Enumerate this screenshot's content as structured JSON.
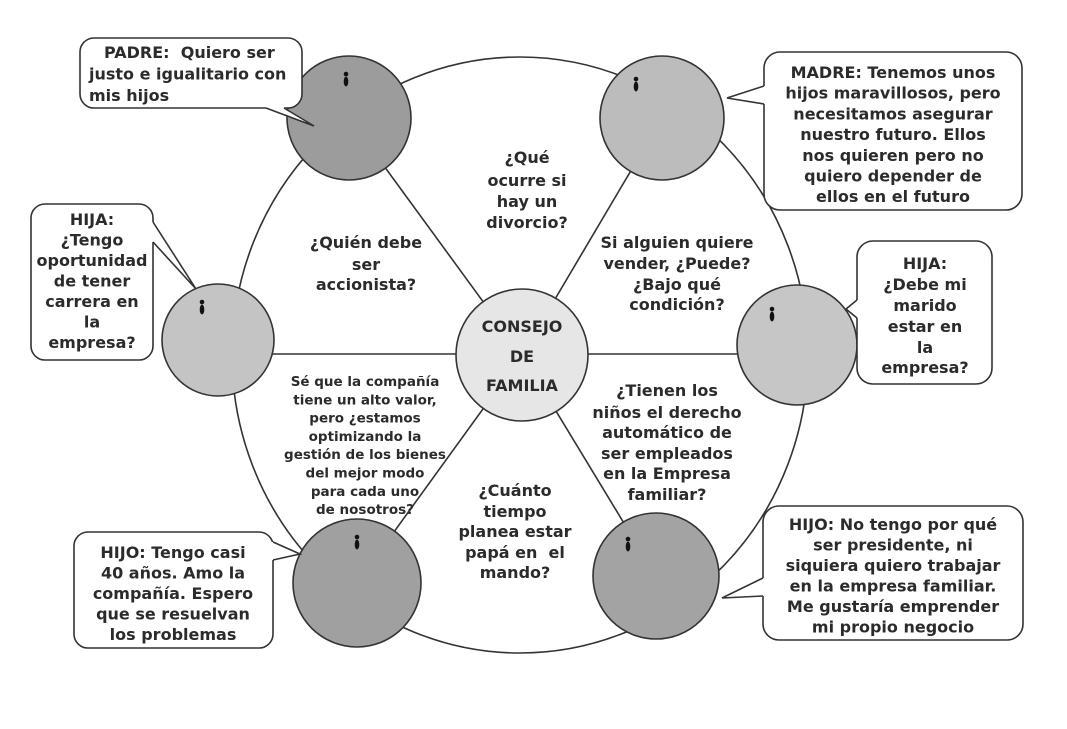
{
  "center": {
    "lines": [
      "CONSEJO",
      "DE",
      "FAMILIA"
    ]
  },
  "questions": {
    "divorcio": [
      "¿Qué",
      "ocurre si",
      "hay un",
      "divorcio?"
    ],
    "accionista": [
      "¿Quién debe",
      "ser",
      "accionista?"
    ],
    "vender": [
      "Si alguien quiere",
      "vender, ¿Puede?",
      "¿Bajo qué",
      "condición?"
    ],
    "gestion_bienes": [
      "Sé que la compañía",
      "tiene un alto valor,",
      "pero ¿estamos",
      "optimizando la",
      "gestión de los bienes",
      "del mejor modo",
      "para cada uno",
      "de nosotros?"
    ],
    "empleo_ninos": [
      "¿Tienen los",
      "niños el derecho",
      "automático de",
      "ser empleados",
      "en la Empresa",
      "familiar?"
    ],
    "mando_papa": [
      "¿Cuánto",
      "tiempo",
      "planea estar",
      "papá en  el",
      "mando?"
    ]
  },
  "members": {
    "padre": {
      "icon": "person-icon",
      "fill": "#9c9c9c",
      "bubble": [
        "PADRE:  Quiero ser",
        "justo e igualitario con",
        "mis hijos"
      ]
    },
    "madre": {
      "icon": "person-icon",
      "fill": "#bcbcbc",
      "bubble": [
        "MADRE: Tenemos unos",
        "hijos maravillosos, pero",
        "necesitamos asegurar",
        "nuestro futuro. Ellos",
        "nos quieren pero no",
        "quiero depender de",
        "ellos en el futuro"
      ]
    },
    "hija_izquierda": {
      "icon": "person-icon",
      "fill": "#c4c4c4",
      "bubble": [
        "HIJA:",
        "¿Tengo",
        "oportunidad",
        "de tener",
        "carrera en",
        "la",
        "empresa?"
      ]
    },
    "hija_derecha": {
      "icon": "person-icon",
      "fill": "#c6c6c6",
      "bubble": [
        "HIJA:",
        "¿Debe mi",
        "marido",
        "estar en",
        "la",
        "empresa?"
      ]
    },
    "hijo_izquierdo": {
      "icon": "person-icon",
      "fill": "#a0a0a0",
      "bubble": [
        "HIJO: Tengo casi",
        "40 años. Amo la",
        "compañía. Espero",
        "que se resuelvan",
        "los problemas"
      ]
    },
    "hijo_derecho": {
      "icon": "person-icon",
      "fill": "#a3a3a3",
      "bubble": [
        "HIJO: No tengo por qué",
        "ser presidente, ni",
        "siquiera quiero trabajar",
        "en la empresa familiar.",
        "Me gustaría emprender",
        "mi propio negocio"
      ]
    }
  },
  "colors": {
    "line": "#333333",
    "text": "#2b2b2b",
    "center_fill": "#e6e6e6",
    "bubble_fill": "#ffffff"
  }
}
